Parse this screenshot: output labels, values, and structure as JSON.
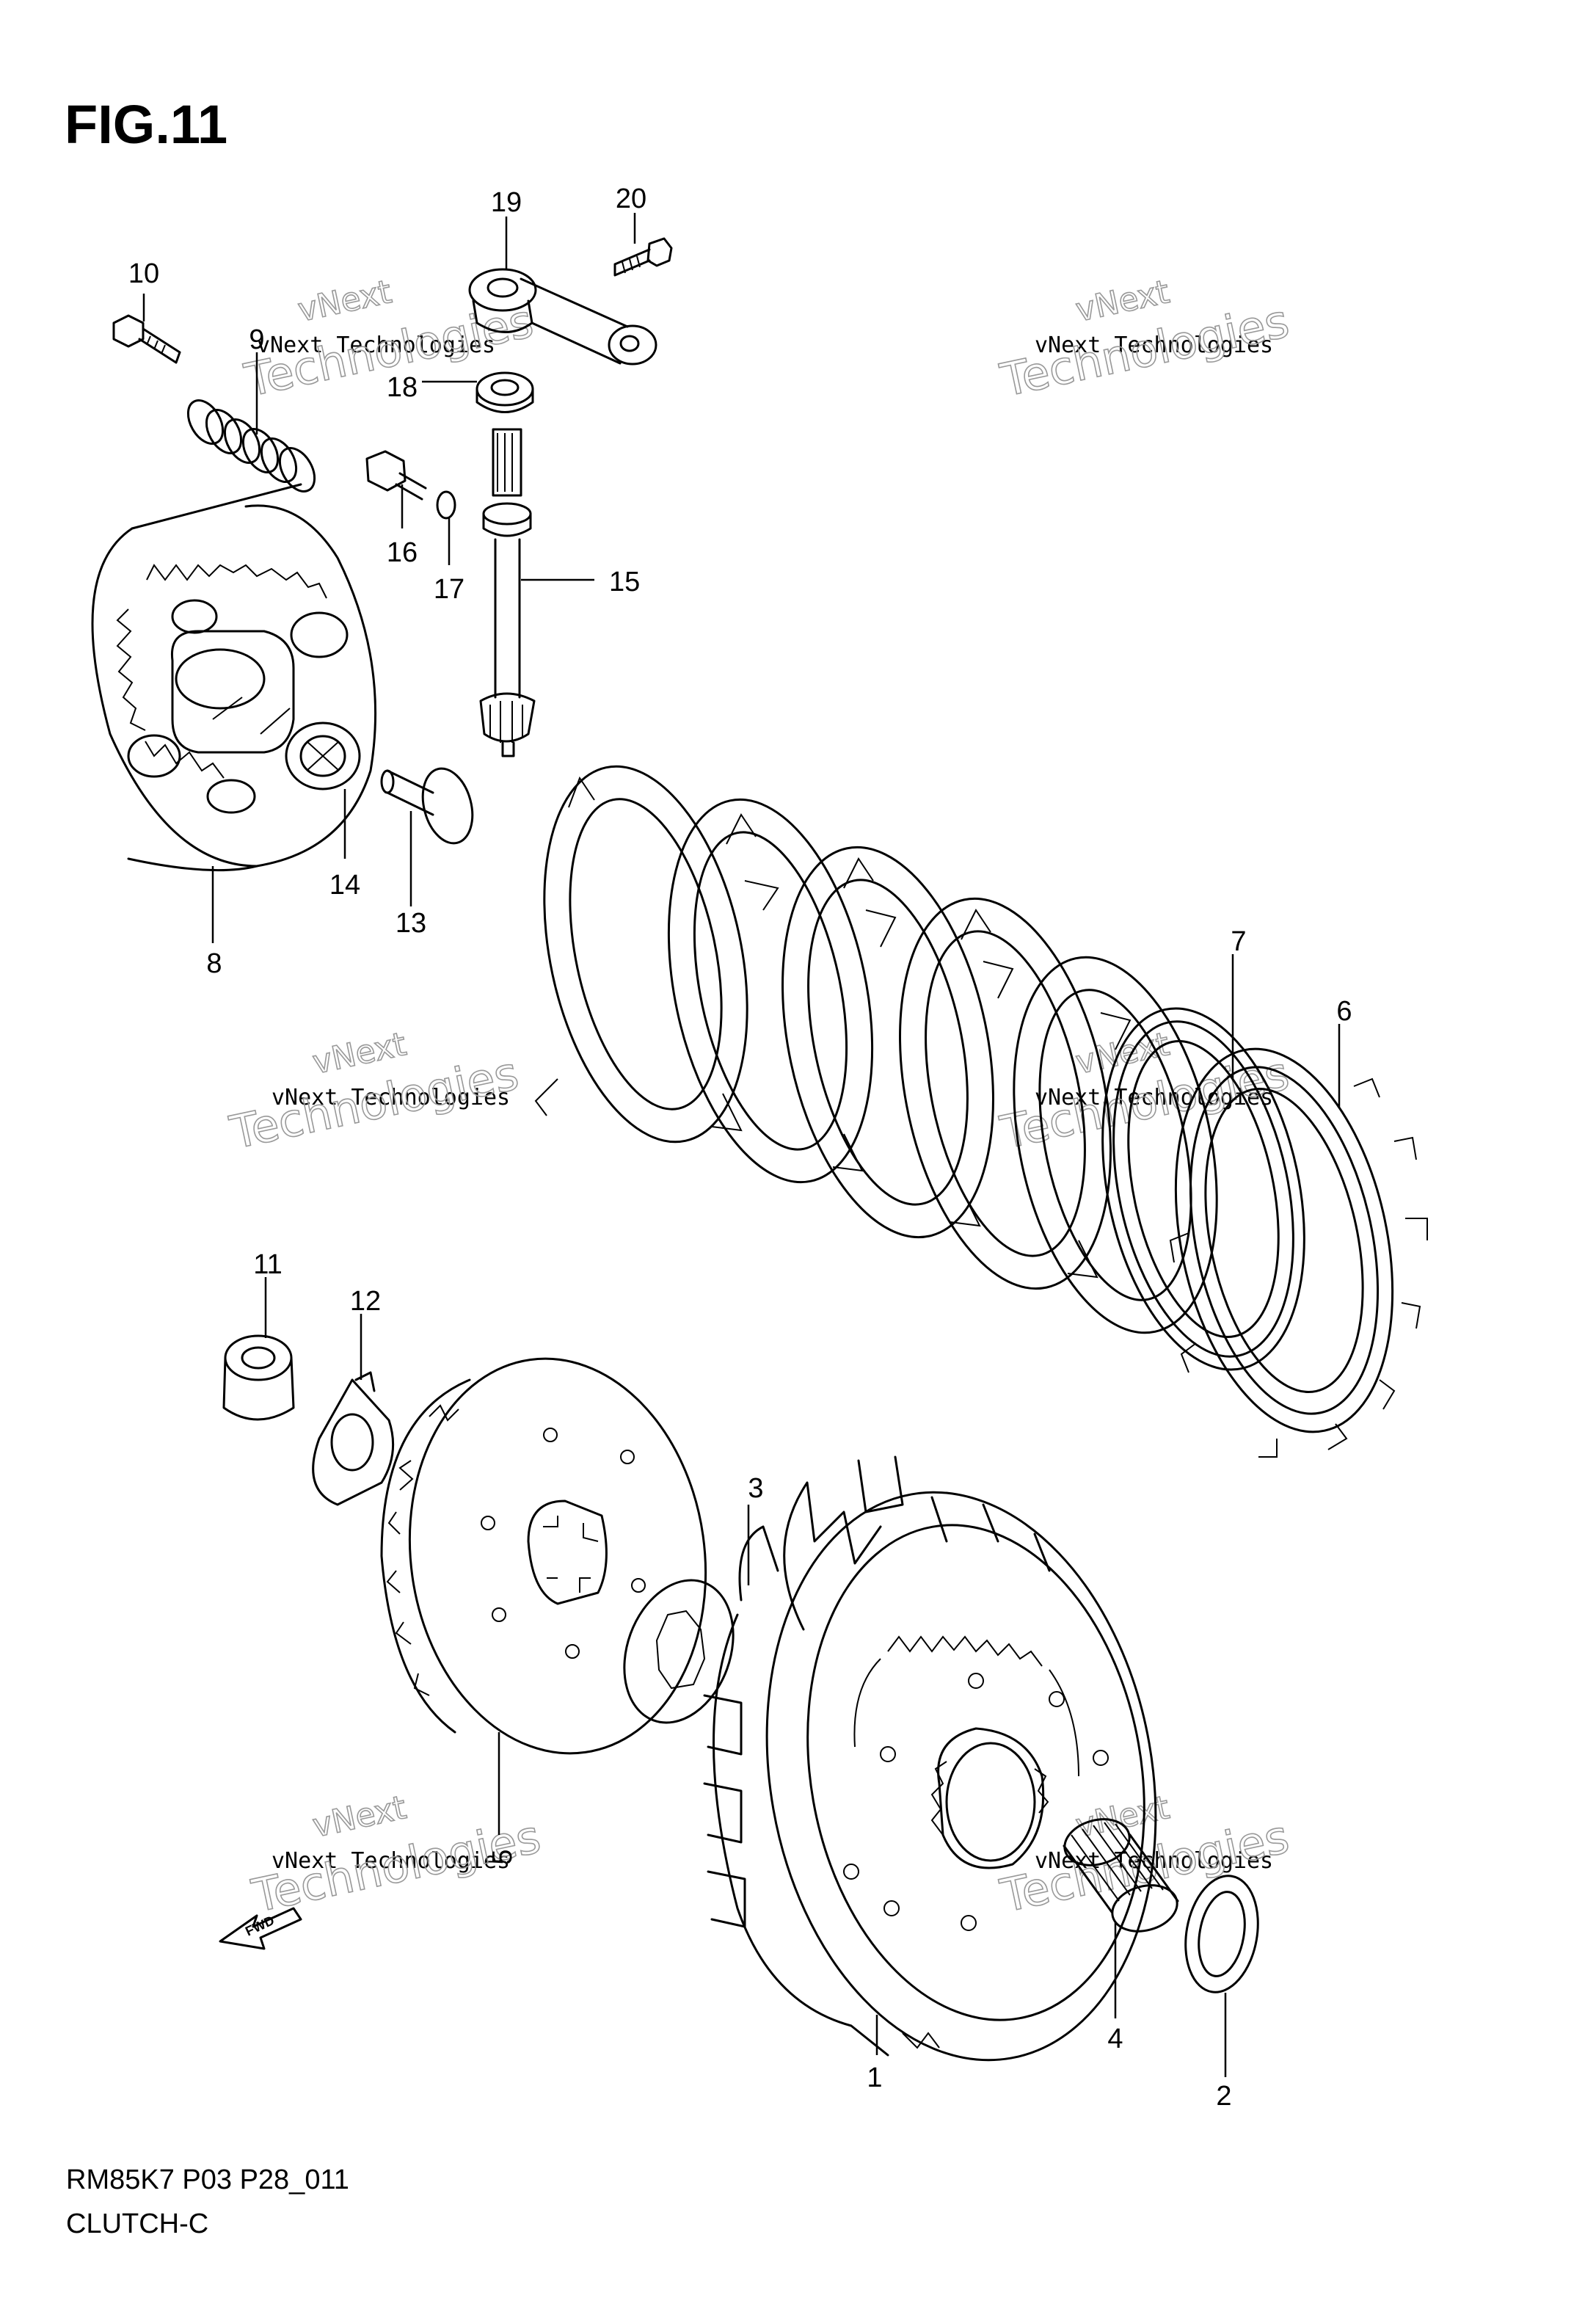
{
  "figure": {
    "title": "FIG.11",
    "code": "RM85K7 P03 P28_011",
    "name": "CLUTCH-C"
  },
  "watermark": {
    "line1": "vNext Technologies",
    "line2": "Technologies",
    "top": "vNext"
  },
  "fwd_label": "FWD",
  "callouts": [
    {
      "num": "1"
    },
    {
      "num": "2"
    },
    {
      "num": "3"
    },
    {
      "num": "4"
    },
    {
      "num": "5"
    },
    {
      "num": "6"
    },
    {
      "num": "7"
    },
    {
      "num": "8"
    },
    {
      "num": "9"
    },
    {
      "num": "10"
    },
    {
      "num": "11"
    },
    {
      "num": "12"
    },
    {
      "num": "13"
    },
    {
      "num": "14"
    },
    {
      "num": "15"
    },
    {
      "num": "16"
    },
    {
      "num": "17"
    },
    {
      "num": "18"
    },
    {
      "num": "19"
    },
    {
      "num": "20"
    }
  ]
}
